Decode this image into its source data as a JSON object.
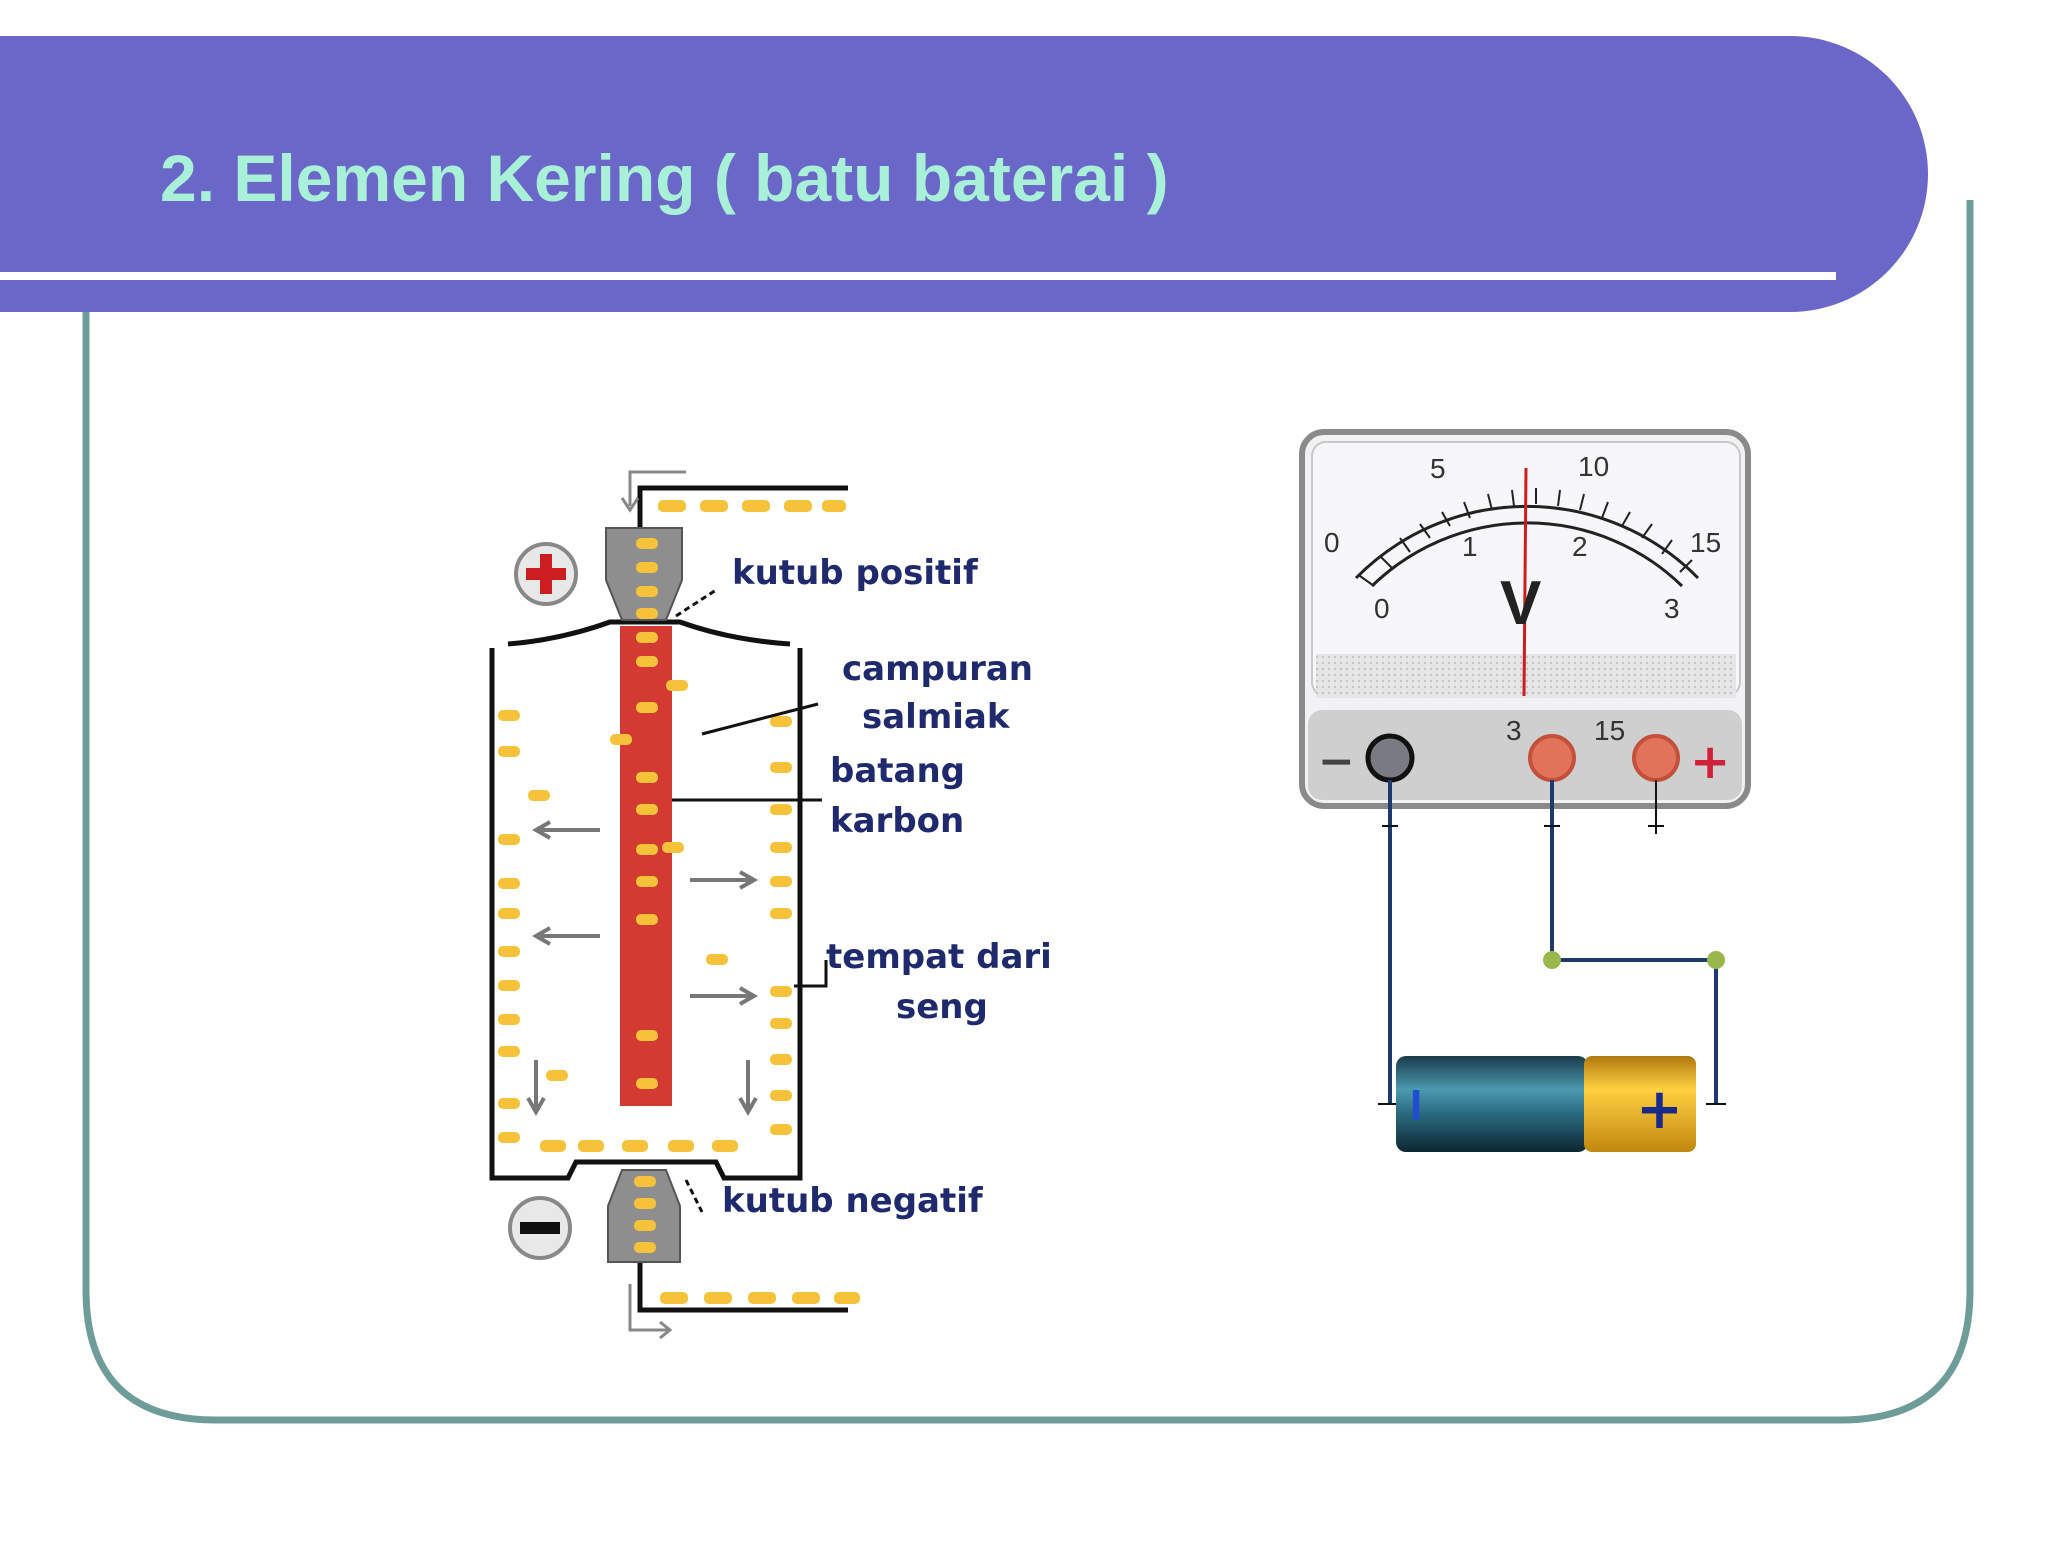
{
  "slide": {
    "title": "2. Elemen Kering ( batu baterai )"
  },
  "battery_diagram": {
    "labels": {
      "positive_terminal": "kutub positif",
      "mix_line1": "campuran",
      "mix_line2": "salmiak",
      "rod_line1": "batang",
      "rod_line2": "karbon",
      "zinc_line1": "tempat dari",
      "zinc_line2": "seng",
      "negative_terminal": "kutub negatif"
    },
    "symbols": {
      "plus": "+",
      "minus": "−"
    }
  },
  "voltmeter": {
    "upper_scale": [
      "0",
      "5",
      "10",
      "15"
    ],
    "lower_scale": [
      "0",
      "1",
      "2",
      "3"
    ],
    "unit": "V",
    "terminal_minus": "−",
    "terminal_3": "3",
    "terminal_15": "15",
    "terminal_plus": "+",
    "battery_minus": "I",
    "battery_plus": "+"
  },
  "colors": {
    "header": "#6a67c8",
    "frame": "#6e9c98",
    "title": "#a8f0d8",
    "carbon_rod": "#d23a32",
    "electron_dots": "#f5c23a"
  }
}
